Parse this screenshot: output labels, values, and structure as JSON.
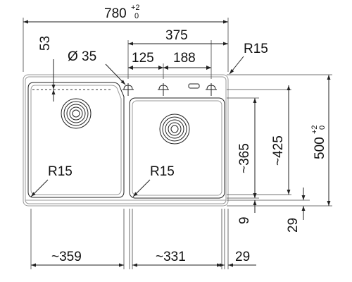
{
  "dimensions": {
    "overall_width": {
      "value": "780",
      "tol_plus": "+2",
      "tol_minus": "0"
    },
    "tap_span": "375",
    "tap_offset_1": "125",
    "tap_offset_2": "188",
    "hole_diameter": "Ø 35",
    "depth_offset": "53",
    "corner_radius_top": "R15",
    "bowl_left_radius": "R15",
    "bowl_right_radius": "R15",
    "bowl_right_depth": "~365",
    "bowl_left_depth": "~425",
    "overall_depth": {
      "value": "500",
      "tol_plus": "+2",
      "tol_minus": "0"
    },
    "rim_height": "9",
    "side_height": "29",
    "bowl_left_width": "~359",
    "bowl_right_width": "~331",
    "rim_width": "29"
  }
}
